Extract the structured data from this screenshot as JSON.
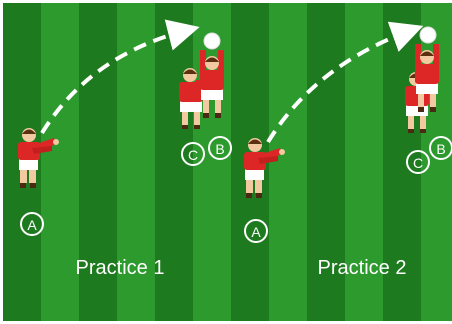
{
  "colors": {
    "stripe_dark": "#1e7a1e",
    "stripe_light": "#2d9a2d",
    "jersey": "#dd2727",
    "shorts": "#ffffff",
    "arrow": "#ffffff",
    "ball": "#ffffff",
    "frame": "#ffffff"
  },
  "practices": [
    {
      "caption": "Practice 1",
      "players": [
        {
          "role": "thrower",
          "label": "A"
        },
        {
          "role": "jumper",
          "label": "B"
        },
        {
          "role": "lifter",
          "label": "C"
        }
      ]
    },
    {
      "caption": "Practice 2",
      "players": [
        {
          "role": "thrower",
          "label": "A"
        },
        {
          "role": "jumper",
          "label": "B"
        },
        {
          "role": "lifter",
          "label": "C"
        }
      ]
    }
  ],
  "icons": [
    "player-icon",
    "ball-icon",
    "throw-arrow-icon"
  ]
}
